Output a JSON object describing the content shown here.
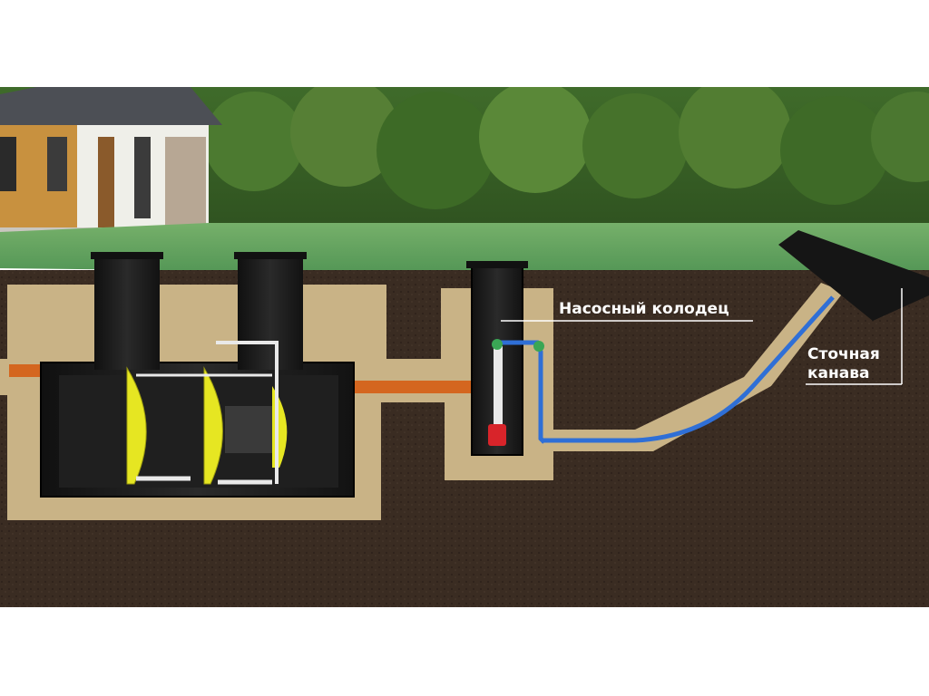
{
  "labels": {
    "pump_well": "Насосный колодец",
    "drain_ditch_line1": "Сточная",
    "drain_ditch_line2": "канава"
  },
  "colors": {
    "soil": "#3a2c22",
    "sand": "#c8b184",
    "grass": "#5ea25e",
    "pipe_orange": "#d4661f",
    "pipe_blue": "#2f6fd6",
    "tank_black": "#1b1b1b",
    "baffle_yellow": "#e6e622",
    "pump_red": "#d8242a",
    "label_line": "#ffffff"
  }
}
